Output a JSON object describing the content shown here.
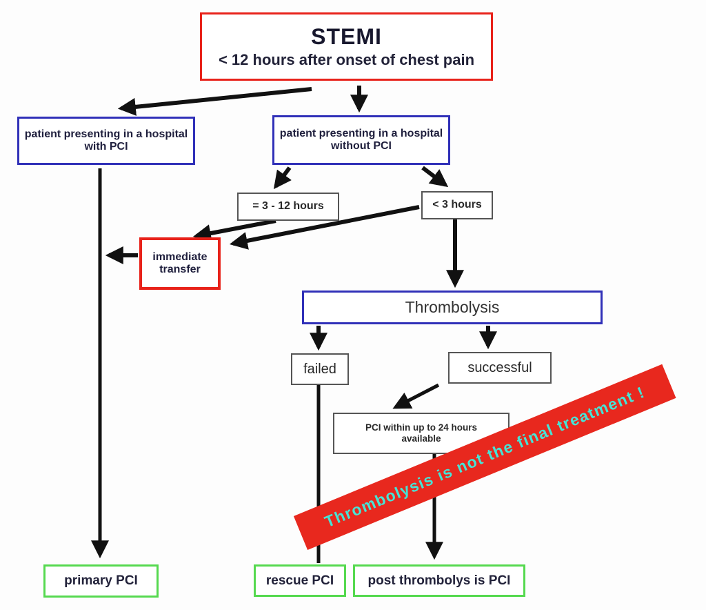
{
  "diagram": {
    "nodes": {
      "stemi": {
        "title": "STEMI",
        "subtitle": "< 12 hours after onset of chest pain"
      },
      "hospital_with_pci": {
        "label": "patient presenting in a hospital with PCI"
      },
      "hospital_without_pci": {
        "label": "patient presenting in a hospital without PCI"
      },
      "hours_3_12": {
        "label": "= 3 - 12 hours"
      },
      "hours_lt_3": {
        "label": "< 3 hours"
      },
      "immediate_transfer": {
        "label": "immediate transfer"
      },
      "thrombolysis": {
        "label": "Thrombolysis"
      },
      "failed": {
        "label": "failed"
      },
      "successful": {
        "label": "successful"
      },
      "pci_24h": {
        "label": "PCI within up to 24 hours available"
      },
      "primary_pci": {
        "label": "primary PCI"
      },
      "rescue_pci": {
        "label": "rescue PCI"
      },
      "post_thrombolysis_pci": {
        "label": "post thrombolys is PCI"
      }
    },
    "banner": {
      "text": "Thrombolysis is not the final treatment !"
    },
    "colors": {
      "red_border": "#e8221a",
      "blue_border": "#3030b8",
      "gray_border": "#555555",
      "green_border": "#55d94f",
      "banner_background": "#e8281e",
      "banner_text": "#45e4d6",
      "arrow": "#111111"
    }
  }
}
